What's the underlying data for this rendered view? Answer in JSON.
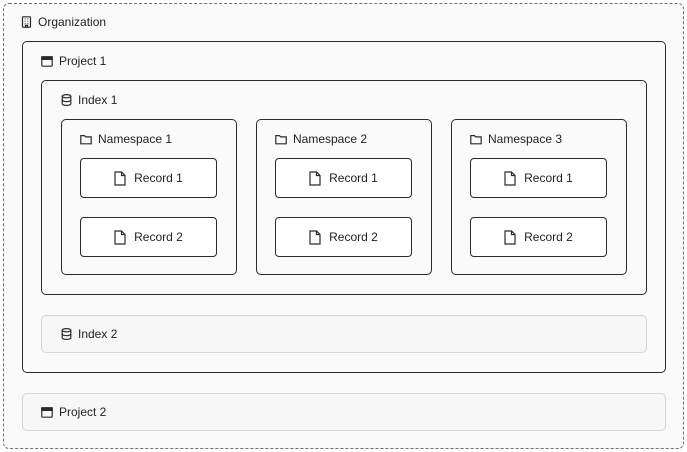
{
  "organization": {
    "label": "Organization",
    "icon": "building-icon"
  },
  "projects": [
    {
      "label": "Project 1",
      "icon": "window-icon"
    },
    {
      "label": "Project 2",
      "icon": "window-icon"
    }
  ],
  "indexes": [
    {
      "label": "Index 1",
      "icon": "database-icon"
    },
    {
      "label": "Index 2",
      "icon": "database-icon"
    }
  ],
  "namespaces": [
    {
      "label": "Namespace 1",
      "icon": "folder-icon",
      "records": [
        "Record 1",
        "Record 2"
      ]
    },
    {
      "label": "Namespace 2",
      "icon": "folder-icon",
      "records": [
        "Record 1",
        "Record 2"
      ]
    },
    {
      "label": "Namespace 3",
      "icon": "folder-icon",
      "records": [
        "Record 1",
        "Record 2"
      ]
    }
  ]
}
